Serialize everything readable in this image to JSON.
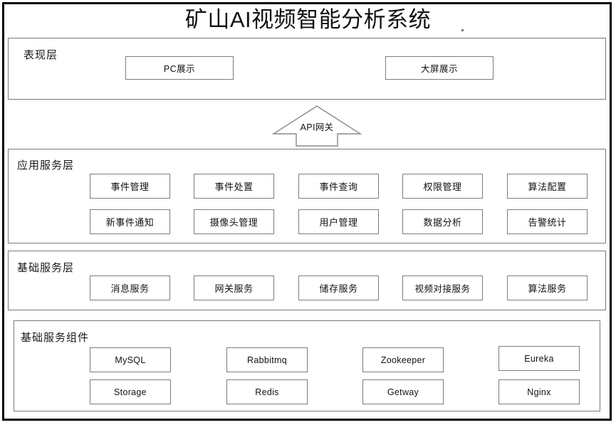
{
  "diagram": {
    "title": "矿山AI视频智能分析系统",
    "frame_color": "#000000",
    "box_border_color": "#7d7d7d",
    "text_color": "#111111"
  },
  "gateway": {
    "label": "API网关",
    "shape": "up-arrow"
  },
  "layers": [
    {
      "id": "presentation",
      "label": "表现层",
      "nodes": [
        {
          "label": "PC展示",
          "kind": "cn"
        },
        {
          "label": "大屏展示",
          "kind": "cn"
        }
      ]
    },
    {
      "id": "application-service",
      "label": "应用服务层",
      "nodes": [
        {
          "label": "事件管理",
          "kind": "cn"
        },
        {
          "label": "事件处置",
          "kind": "cn"
        },
        {
          "label": "事件查询",
          "kind": "cn"
        },
        {
          "label": "权限管理",
          "kind": "cn"
        },
        {
          "label": "算法配置",
          "kind": "cn"
        },
        {
          "label": "新事件通知",
          "kind": "cn"
        },
        {
          "label": "摄像头管理",
          "kind": "cn"
        },
        {
          "label": "用户管理",
          "kind": "cn"
        },
        {
          "label": "数据分析",
          "kind": "cn"
        },
        {
          "label": "告警统计",
          "kind": "cn"
        }
      ]
    },
    {
      "id": "basic-service",
      "label": "基础服务层",
      "nodes": [
        {
          "label": "消息服务",
          "kind": "cn"
        },
        {
          "label": "网关服务",
          "kind": "cn"
        },
        {
          "label": "储存服务",
          "kind": "cn"
        },
        {
          "label": "视频对接服务",
          "kind": "cn"
        },
        {
          "label": "算法服务",
          "kind": "cn"
        }
      ]
    },
    {
      "id": "basic-components",
      "label": "基础服务组件",
      "nodes": [
        {
          "label": "MySQL",
          "kind": "latin"
        },
        {
          "label": "Rabbitmq",
          "kind": "latin"
        },
        {
          "label": "Zookeeper",
          "kind": "latin"
        },
        {
          "label": "Eureka",
          "kind": "latin"
        },
        {
          "label": "Storage",
          "kind": "latin"
        },
        {
          "label": "Redis",
          "kind": "latin"
        },
        {
          "label": "Getway",
          "kind": "latin"
        },
        {
          "label": "Nginx",
          "kind": "latin"
        }
      ]
    }
  ]
}
